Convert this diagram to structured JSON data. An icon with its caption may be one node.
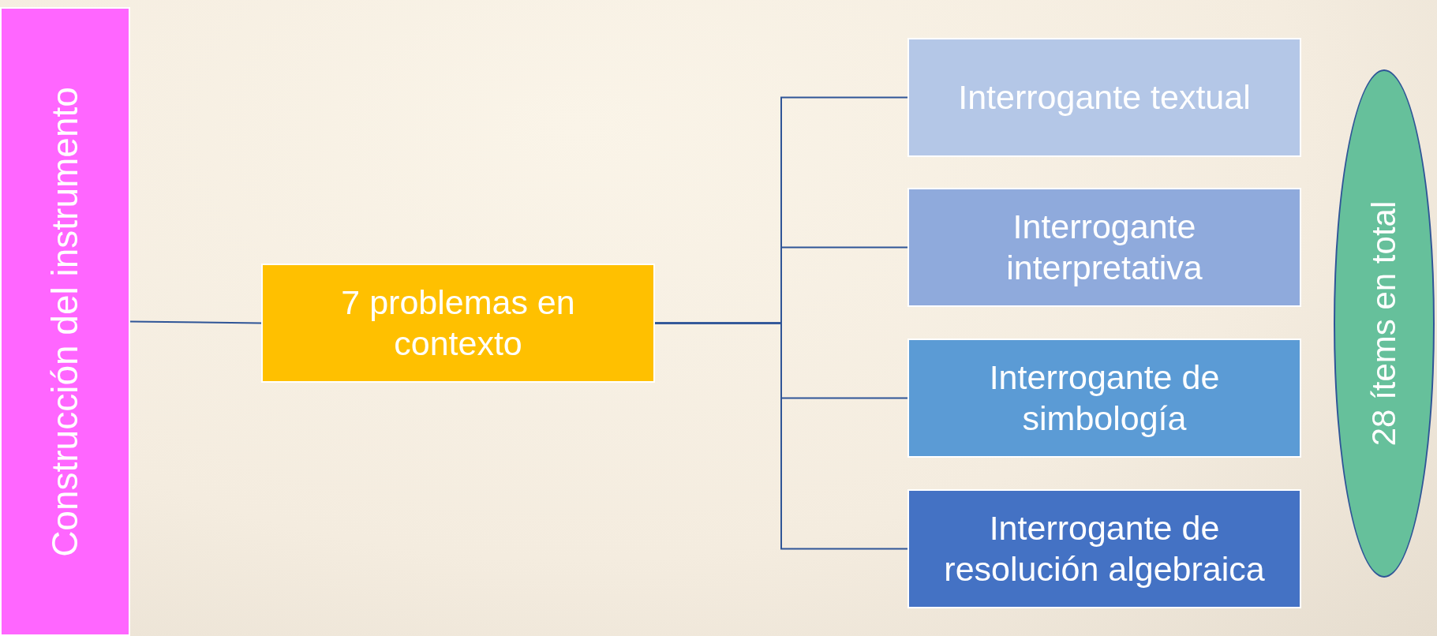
{
  "diagram": {
    "nodes": [
      {
        "text": [
          "Construcción del instrumento"
        ]
      },
      {
        "text": [
          "7 problemas en contexto"
        ]
      },
      {
        "text": [
          "Interrogante textual"
        ]
      },
      {
        "text": [
          "Interrogante interpretativa"
        ]
      },
      {
        "text": [
          "Interrogante de simbología"
        ]
      },
      {
        "text": [
          "Interrogante de resolución algebraica"
        ]
      },
      {
        "text": [
          "28 ítems en total"
        ]
      }
    ],
    "edges": [
      {
        "from": 0,
        "to": 1,
        "arrow": "none"
      },
      {
        "from": 1,
        "to": 2,
        "arrow": "none"
      },
      {
        "from": 1,
        "to": 3,
        "arrow": "none"
      },
      {
        "from": 1,
        "to": 4,
        "arrow": "none"
      },
      {
        "from": 1,
        "to": 5,
        "arrow": "none"
      }
    ]
  }
}
